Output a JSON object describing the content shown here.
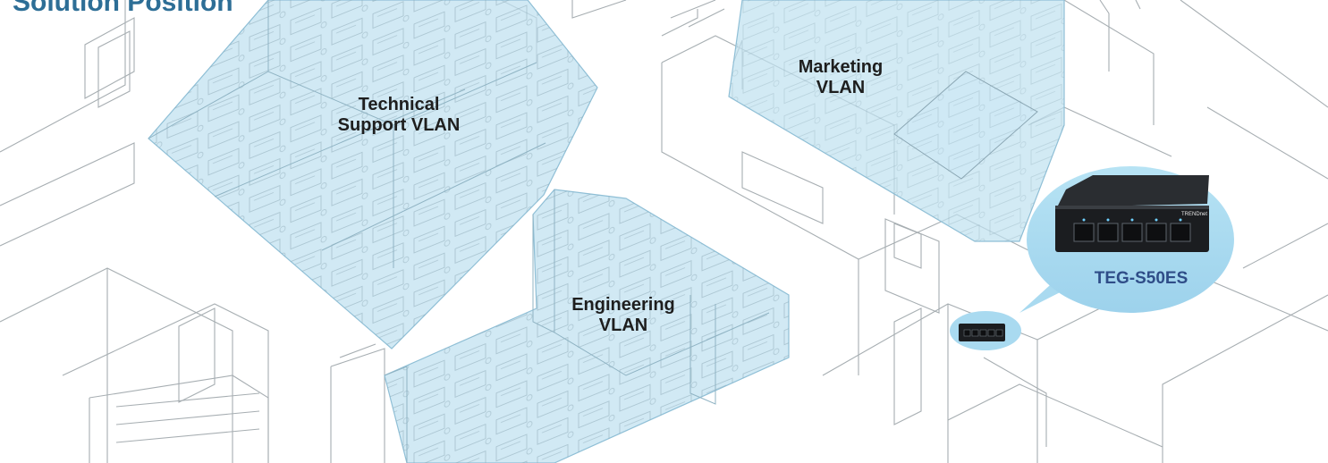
{
  "heading": "Solution Position",
  "labels": {
    "tech": "Technical\nSupport VLAN",
    "marketing": "Marketing\nVLAN",
    "engineering": "Engineering\nVLAN"
  },
  "product": {
    "model": "TEG-S50ES",
    "brand": "TRENDnet",
    "port_count": 5
  },
  "colors": {
    "zone_fill": "#bfe1f0",
    "zone_stroke": "#8fbfd6",
    "callout_fill": "#a9daf0",
    "line": "#9aa3a8",
    "heading": "#2d6e96",
    "model_text": "#2f4d88",
    "switch_body": "#1b1d20",
    "port_light": "#6fd0ff"
  }
}
